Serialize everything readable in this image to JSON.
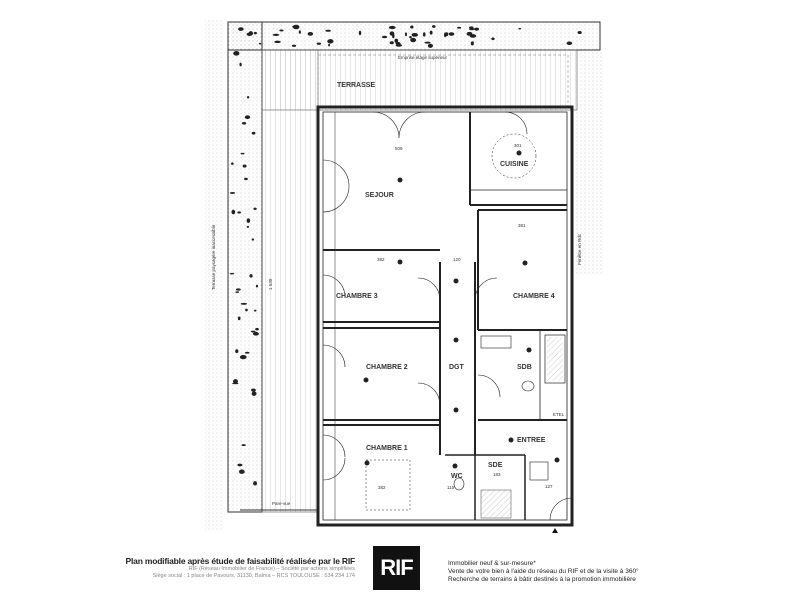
{
  "plan": {
    "rooms": {
      "terrasse": "TERRASSE",
      "sejour": "SEJOUR",
      "cuisine": "CUISINE",
      "chambre3": "CHAMBRE 3",
      "chambre4": "CHAMBRE 4",
      "chambre2": "CHAMBRE 2",
      "dgt": "DGT",
      "sdb": "SDB",
      "chambre1": "CHAMBRE 1",
      "entree": "ENTREE",
      "wc": "WC",
      "sde": "SDE"
    },
    "notes": {
      "emprise": "Emprise étage supérieur",
      "pare_vue": "Pare-vue",
      "etel": "ETEL",
      "fenetre": "Fenêtre en Rdc",
      "terrasse_paysagere": "Terrasse paysagère inaccessible"
    },
    "dimensions": {
      "sejour_width": "509",
      "cuisine_width": "301",
      "chambre4_width": "381",
      "chambre3_width": "382",
      "dgt_width": "120",
      "chambre1_width": "382",
      "terrace_length": "1 530",
      "wc_width": "115",
      "sde_width": "183",
      "entree_width": "127"
    }
  },
  "footer": {
    "title": "Plan modifiable après étude de faisabilité réalisée par le RIF",
    "company": "RIF (Réseau Immobilier de France) – Société par actions simplifiées",
    "address": "Siège social : 1 place de Pavours, 31130, Balma – RCS TOULOUSE : 534 234 174",
    "logo": "RIF",
    "tagline1": "Immobilier neuf & sur-mesure*",
    "tagline2": "Vente de votre bien à l'aide du réseau du RIF et de la visite à 360°",
    "tagline3": "Recherche de terrains à bâtir destinés à la promotion immobilière"
  }
}
